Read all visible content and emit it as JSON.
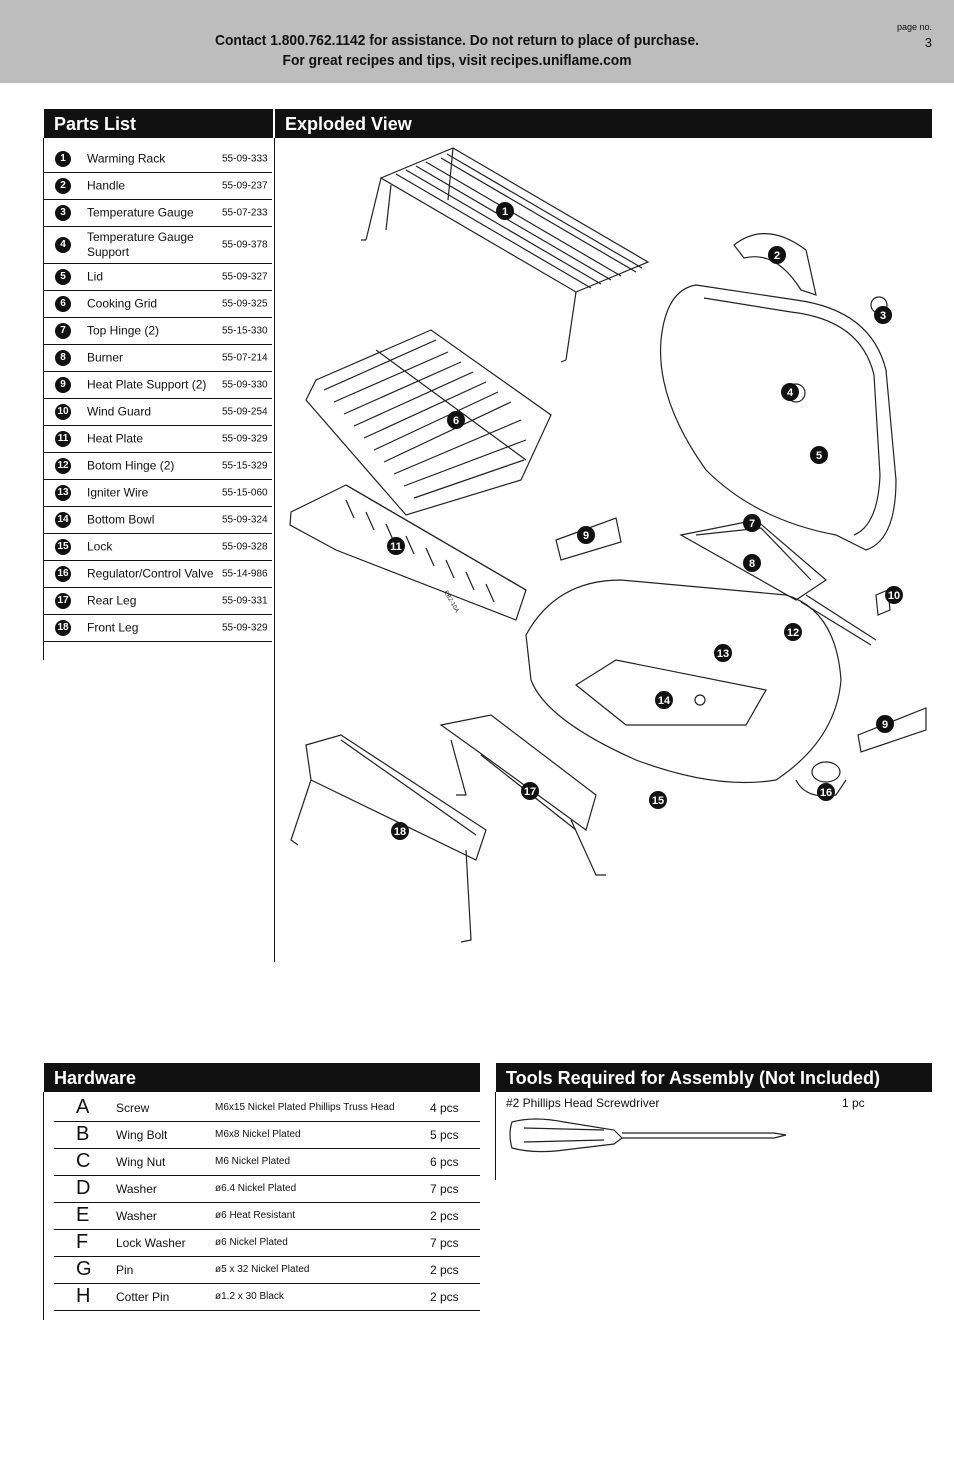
{
  "header": {
    "line1": "Contact 1.800.762.1142 for assistance. Do not return to place of purchase.",
    "line2": "For great recipes and tips, visit recipes.uniflame.com",
    "page_label": "page no.",
    "page_number": "3"
  },
  "parts_list": {
    "title": "Parts List",
    "items": [
      {
        "num": "1",
        "name": "Warming Rack",
        "part": "55-09-333"
      },
      {
        "num": "2",
        "name": "Handle",
        "part": "55-09-237"
      },
      {
        "num": "3",
        "name": "Temperature Gauge",
        "part": "55-07-233"
      },
      {
        "num": "4",
        "name": "Temperature Gauge Support",
        "part": "55-09-378"
      },
      {
        "num": "5",
        "name": "Lid",
        "part": "55-09-327"
      },
      {
        "num": "6",
        "name": "Cooking Grid",
        "part": "55-09-325"
      },
      {
        "num": "7",
        "name": "Top Hinge (2)",
        "part": "55-15-330"
      },
      {
        "num": "8",
        "name": "Burner",
        "part": "55-07-214"
      },
      {
        "num": "9",
        "name": "Heat Plate Support (2)",
        "part": "55-09-330"
      },
      {
        "num": "10",
        "name": "Wind Guard",
        "part": "55-09-254"
      },
      {
        "num": "11",
        "name": "Heat Plate",
        "part": "55-09-329"
      },
      {
        "num": "12",
        "name": "Botom Hinge (2)",
        "part": "55-15-329"
      },
      {
        "num": "13",
        "name": "Igniter Wire",
        "part": "55-15-060"
      },
      {
        "num": "14",
        "name": "Bottom Bowl",
        "part": "55-09-324"
      },
      {
        "num": "15",
        "name": "Lock",
        "part": "55-09-328"
      },
      {
        "num": "16",
        "name": "Regulator/Control Valve",
        "part": "55-14-986"
      },
      {
        "num": "17",
        "name": "Rear Leg",
        "part": "55-09-331"
      },
      {
        "num": "18",
        "name": "Front Leg",
        "part": "55-09-329"
      }
    ]
  },
  "exploded_view": {
    "title": "Exploded View",
    "callouts": [
      "1",
      "2",
      "3",
      "4",
      "5",
      "6",
      "7",
      "8",
      "9",
      "10",
      "11",
      "12",
      "13",
      "14",
      "15",
      "16",
      "17",
      "18",
      "9"
    ],
    "plate_marking": "EB2-10A"
  },
  "hardware": {
    "title": "Hardware",
    "items": [
      {
        "letter": "A",
        "name": "Screw",
        "desc": "M6x15 Nickel Plated Phillips Truss Head",
        "qty": "4 pcs"
      },
      {
        "letter": "B",
        "name": "Wing Bolt",
        "desc": "M6x8 Nickel Plated",
        "qty": "5 pcs"
      },
      {
        "letter": "C",
        "name": "Wing Nut",
        "desc": "M6 Nickel Plated",
        "qty": "6 pcs"
      },
      {
        "letter": "D",
        "name": "Washer",
        "desc": "ø6.4 Nickel Plated",
        "qty": "7 pcs"
      },
      {
        "letter": "E",
        "name": "Washer",
        "desc": "ø6 Heat Resistant",
        "qty": "2 pcs"
      },
      {
        "letter": "F",
        "name": "Lock Washer",
        "desc": "ø6 Nickel Plated",
        "qty": "7 pcs"
      },
      {
        "letter": "G",
        "name": "Pin",
        "desc": "ø5 x 32 Nickel Plated",
        "qty": "2 pcs"
      },
      {
        "letter": "H",
        "name": "Cotter Pin",
        "desc": "ø1.2 x 30 Black",
        "qty": "2 pcs"
      }
    ]
  },
  "tools": {
    "title": "Tools Required for Assembly (Not Included)",
    "item": "#2 Phillips Head Screwdriver",
    "qty": "1 pc"
  }
}
